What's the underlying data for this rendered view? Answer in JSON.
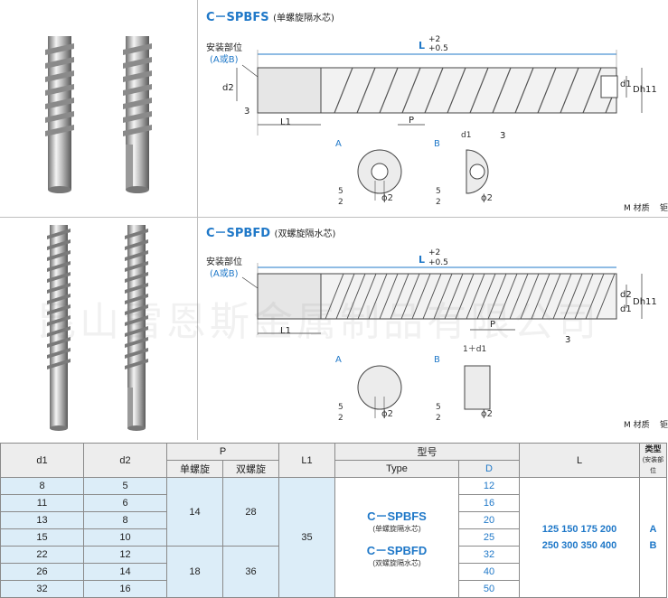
{
  "spbfs": {
    "code": "C－SPBFS",
    "name": "(单螺旋隔水芯)",
    "mount_label": "安装部位",
    "mount_options": "(A或B)",
    "L_label": "L",
    "L_tol_upper": "+2",
    "L_tol_lower": "+0.5",
    "d2": "d2",
    "d1": "d1",
    "Dh11": "Dh11",
    "three": "3",
    "L1": "L1",
    "P": "P",
    "section_a": "A",
    "section_b": "B",
    "five": "5",
    "two": "2",
    "phi2": "ϕ2",
    "material": "M 材质",
    "cut_text": "钜"
  },
  "spbfd": {
    "code": "C－SPBFD",
    "name": "(双螺旋隔水芯)",
    "mount_label": "安装部位",
    "mount_options": "(A或B)",
    "L_label": "L",
    "L_tol_upper": "+2",
    "L_tol_lower": "+0.5",
    "d2": "d2",
    "d1": "d1",
    "Dh11": "Dh11",
    "three": "3",
    "L1": "L1",
    "P": "P",
    "one_plus_d1": "1＋d1",
    "section_a": "A",
    "section_b": "B",
    "five": "5",
    "two": "2",
    "phi2": "ϕ2",
    "material": "M 材质",
    "cut_text": "钜"
  },
  "watermark": "昆山雷恩斯金属制品有限公司",
  "table": {
    "headers": {
      "d1": "d1",
      "d2": "d2",
      "P": "P",
      "P_single": "单螺旋",
      "P_double": "双螺旋",
      "L1": "L1",
      "model": "型号",
      "type": "Type",
      "D": "D",
      "L": "L",
      "kind": "类型",
      "kind_sub": "(安装部位"
    },
    "rows": [
      {
        "d1": "8",
        "d2": "5",
        "D": "12"
      },
      {
        "d1": "11",
        "d2": "6",
        "D": "16"
      },
      {
        "d1": "13",
        "d2": "8",
        "D": "20"
      },
      {
        "d1": "15",
        "d2": "10",
        "D": "25"
      },
      {
        "d1": "22",
        "d2": "12",
        "D": "32"
      },
      {
        "d1": "26",
        "d2": "14",
        "D": "40"
      },
      {
        "d1": "32",
        "d2": "16",
        "D": "50"
      }
    ],
    "P_group1": {
      "single": "14",
      "double": "28"
    },
    "P_group2": {
      "single": "18",
      "double": "36"
    },
    "L1_value": "35",
    "type_codes": {
      "spbfs": "C－SPBFS",
      "spbfs_sub": "(单螺旋隔水芯)",
      "spbfd": "C－SPBFD",
      "spbfd_sub": "(双螺旋隔水芯)"
    },
    "L_values": {
      "row1": "125  150  175  200",
      "row2": "250  300  350  400"
    },
    "kind_values": {
      "a": "A",
      "b": "B"
    }
  }
}
